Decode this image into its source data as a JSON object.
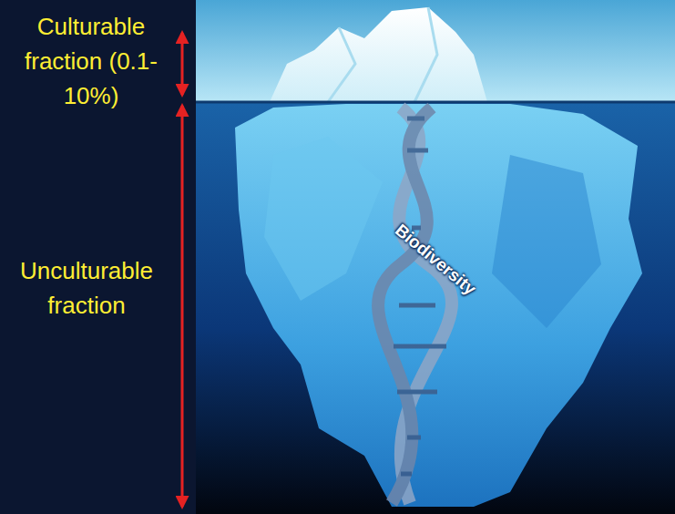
{
  "diagram": {
    "labels": [
      "Culturable fraction (0.1-10%)",
      "Unculturable fraction",
      "Biodiversity"
    ]
  }
}
